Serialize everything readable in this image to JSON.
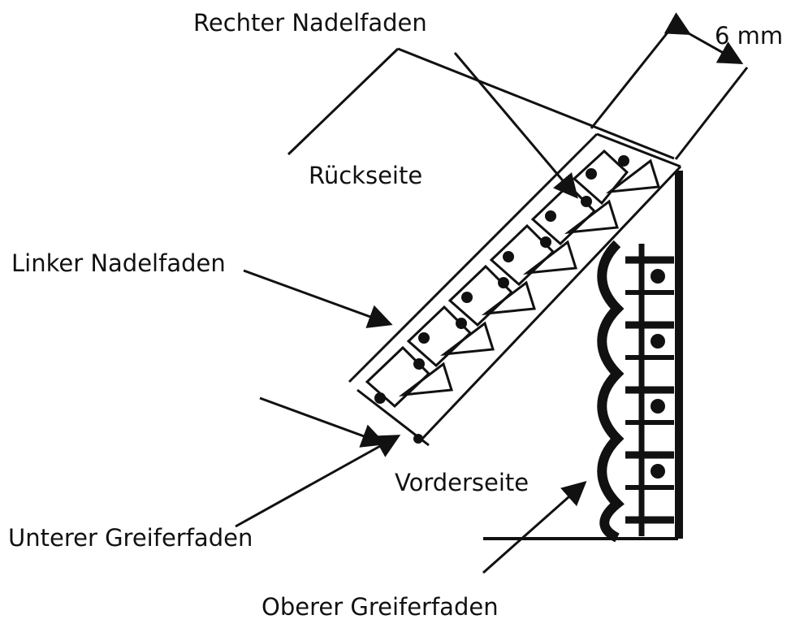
{
  "labels": {
    "right_needle_thread": "Rechter Nadelfaden",
    "width": "6 mm",
    "back_side": "Rückseite",
    "left_needle_thread": "Linker Nadelfaden",
    "lower_looper_thread": "Unterer Greiferfaden",
    "front_side": "Vorderseite",
    "upper_looper_thread": "Oberer Greiferfaden"
  },
  "colors": {
    "ink": "#111111",
    "paper": "#ffffff"
  }
}
